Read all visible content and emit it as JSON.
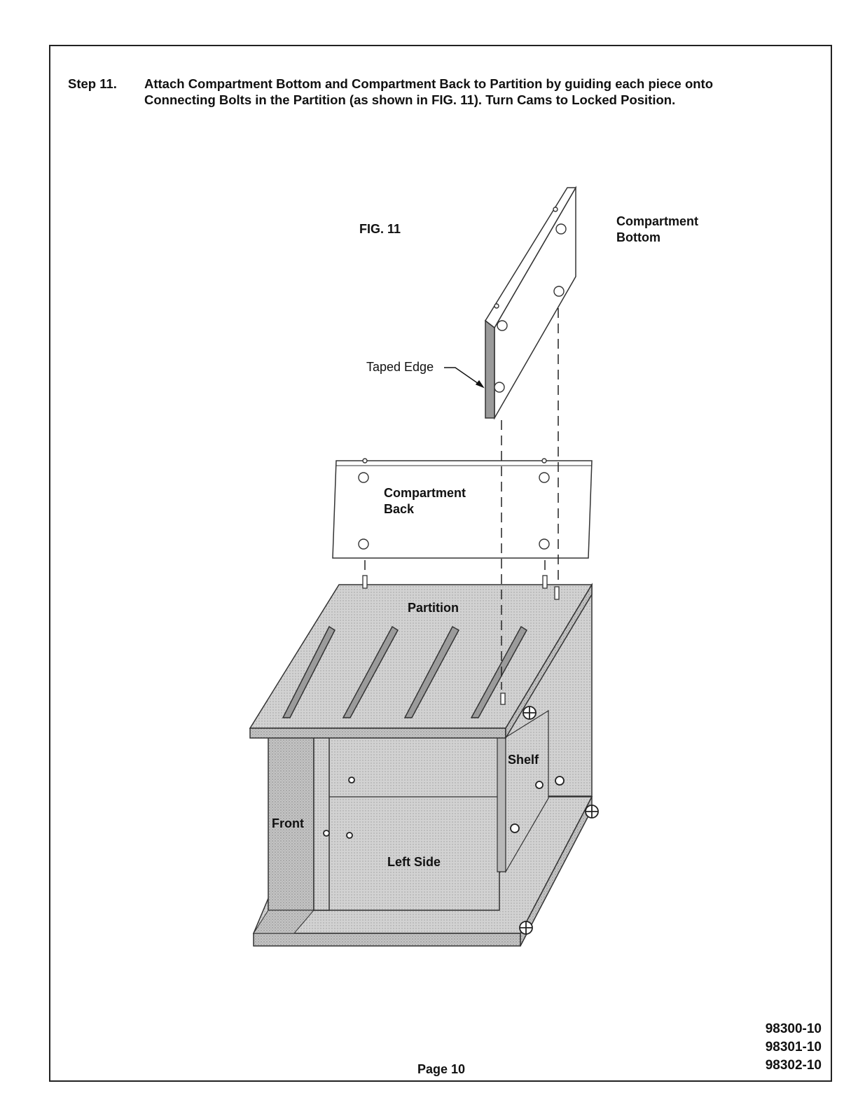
{
  "step": {
    "label": "Step 11.",
    "text": "Attach Compartment Bottom and Compartment Back to Partition by guiding each piece onto Connecting Bolts in the Partition (as shown in FIG. 11). Turn Cams to Locked Position."
  },
  "figure": {
    "title": "FIG. 11",
    "labels": {
      "compartment_bottom_1": "Compartment",
      "compartment_bottom_2": "Bottom",
      "taped_edge": "Taped Edge",
      "compartment_back_1": "Compartment",
      "compartment_back_2": "Back",
      "partition": "Partition",
      "shelf": "Shelf",
      "front": "Front",
      "left_side": "Left Side"
    }
  },
  "footer": {
    "page": "Page 10",
    "part_numbers": [
      "98300-10",
      "98301-10",
      "98302-10"
    ]
  }
}
